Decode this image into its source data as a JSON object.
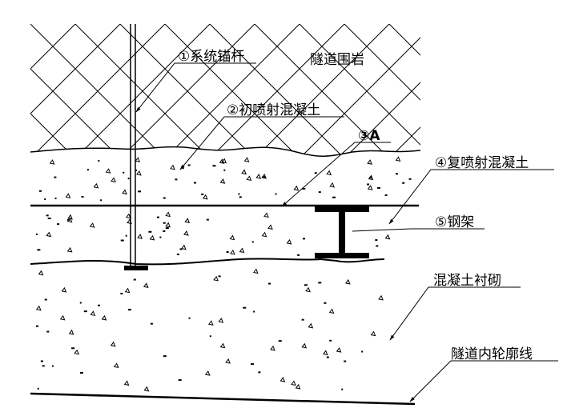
{
  "labels": {
    "anchor_bolt": "①系统锚杆",
    "surrounding_rock": "隧道围岩",
    "initial_shotcrete": "②初喷射混凝土",
    "item_a": "③A",
    "secondary_shotcrete": "④复喷射混凝土",
    "steel_frame": "⑤钢架",
    "concrete_lining": "混凝土衬砌",
    "inner_contour": "隧道内轮廓线"
  },
  "colors": {
    "ink": "#000000",
    "background": "#ffffff"
  }
}
